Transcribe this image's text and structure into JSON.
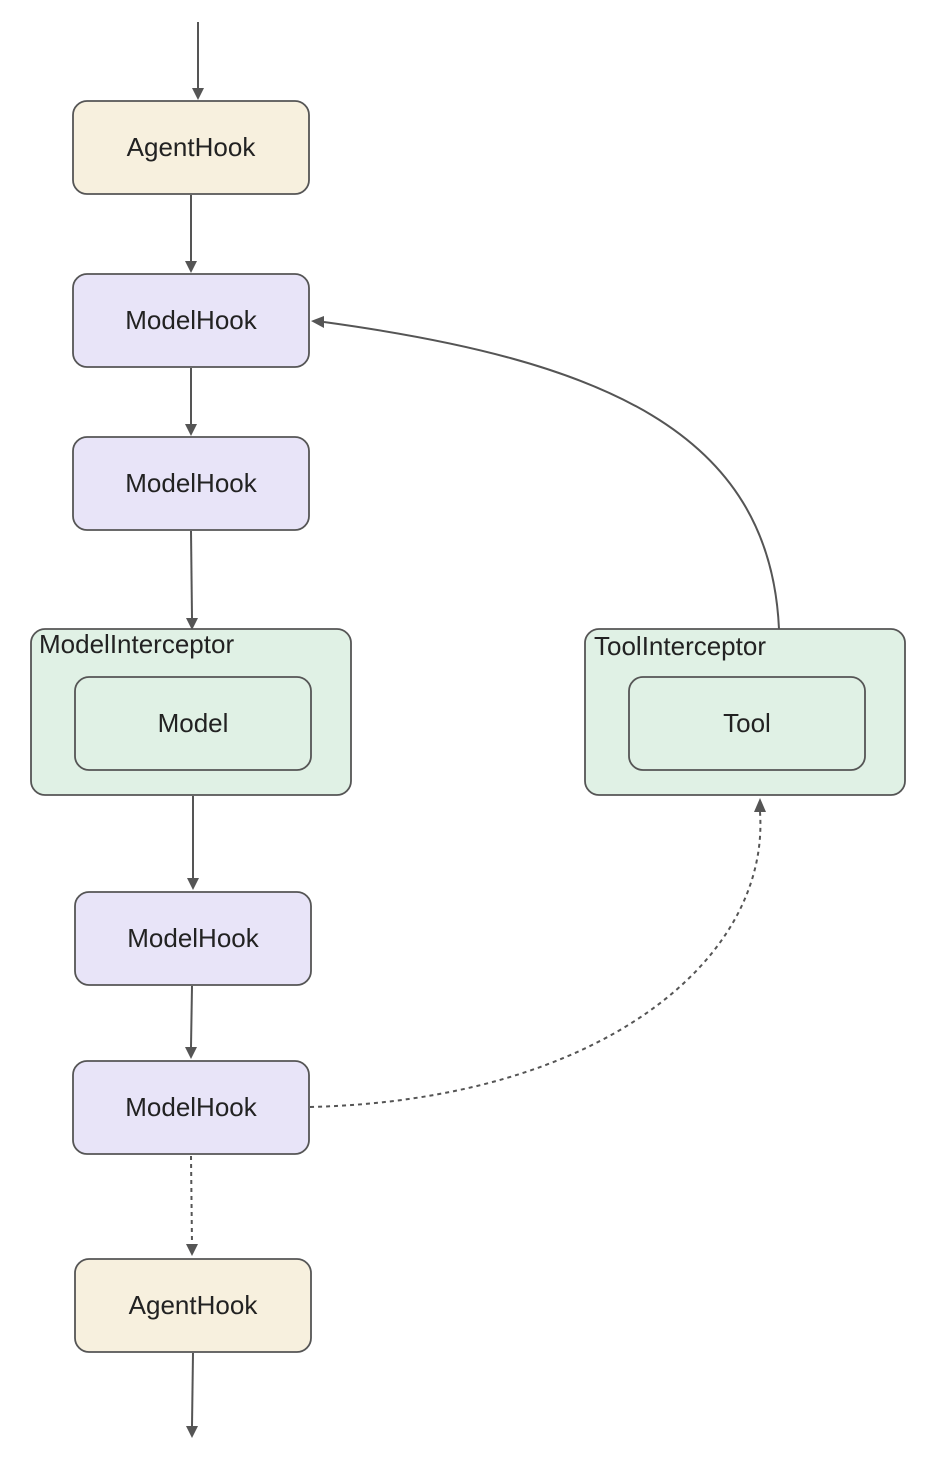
{
  "colors": {
    "agent_hook_fill": "#f7f0de",
    "model_hook_fill": "#e8e4f8",
    "interceptor_fill": "#e0f1e5",
    "stroke": "#555555",
    "text": "#222222"
  },
  "nodes": {
    "agent_hook_top": "AgentHook",
    "model_hook_1": "ModelHook",
    "model_hook_2": "ModelHook",
    "model_interceptor": "ModelInterceptor",
    "model": "Model",
    "tool_interceptor": "ToolInterceptor",
    "tool": "Tool",
    "model_hook_3": "ModelHook",
    "model_hook_4": "ModelHook",
    "agent_hook_bottom": "AgentHook"
  },
  "edges": [
    {
      "from": "entry",
      "to": "agent_hook_top",
      "style": "solid"
    },
    {
      "from": "agent_hook_top",
      "to": "model_hook_1",
      "style": "solid"
    },
    {
      "from": "model_hook_1",
      "to": "model_hook_2",
      "style": "solid"
    },
    {
      "from": "model_hook_2",
      "to": "model_interceptor",
      "style": "solid"
    },
    {
      "from": "model_interceptor",
      "to": "model_hook_3",
      "style": "solid"
    },
    {
      "from": "model_hook_3",
      "to": "model_hook_4",
      "style": "solid"
    },
    {
      "from": "model_hook_4",
      "to": "agent_hook_bottom",
      "style": "dotted"
    },
    {
      "from": "model_hook_4",
      "to": "tool_interceptor",
      "style": "dotted"
    },
    {
      "from": "tool_interceptor",
      "to": "model_hook_1",
      "style": "solid"
    },
    {
      "from": "agent_hook_bottom",
      "to": "exit",
      "style": "solid"
    }
  ]
}
